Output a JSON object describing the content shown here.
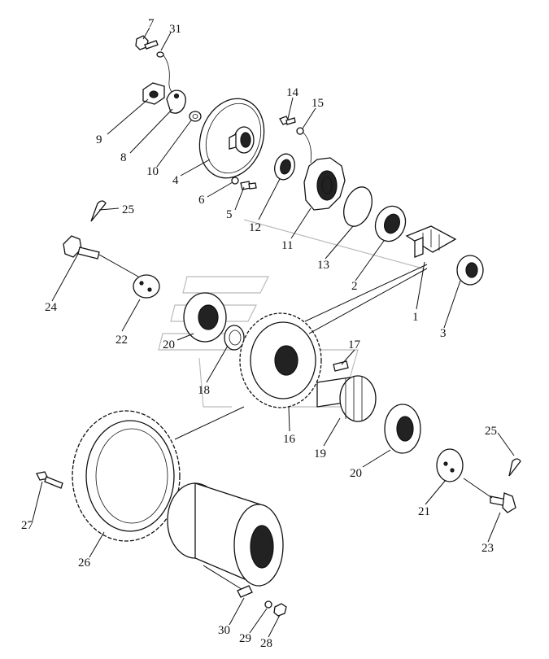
{
  "diagram": {
    "callouts": [
      {
        "id": "p7",
        "label": "7"
      },
      {
        "id": "p31",
        "label": "31"
      },
      {
        "id": "p9",
        "label": "9"
      },
      {
        "id": "p8",
        "label": "8"
      },
      {
        "id": "p10",
        "label": "10"
      },
      {
        "id": "p4",
        "label": "4"
      },
      {
        "id": "p6",
        "label": "6"
      },
      {
        "id": "p5",
        "label": "5"
      },
      {
        "id": "p14",
        "label": "14"
      },
      {
        "id": "p15",
        "label": "15"
      },
      {
        "id": "p12",
        "label": "12"
      },
      {
        "id": "p11",
        "label": "11"
      },
      {
        "id": "p13",
        "label": "13"
      },
      {
        "id": "p2",
        "label": "2"
      },
      {
        "id": "p1",
        "label": "1"
      },
      {
        "id": "p3",
        "label": "3"
      },
      {
        "id": "p25a",
        "label": "25"
      },
      {
        "id": "p24",
        "label": "24"
      },
      {
        "id": "p22",
        "label": "22"
      },
      {
        "id": "p20a",
        "label": "20"
      },
      {
        "id": "p18",
        "label": "18"
      },
      {
        "id": "p17",
        "label": "17"
      },
      {
        "id": "p16",
        "label": "16"
      },
      {
        "id": "p19",
        "label": "19"
      },
      {
        "id": "p20b",
        "label": "20"
      },
      {
        "id": "p25b",
        "label": "25"
      },
      {
        "id": "p21",
        "label": "21"
      },
      {
        "id": "p23",
        "label": "23"
      },
      {
        "id": "p27",
        "label": "27"
      },
      {
        "id": "p26",
        "label": "26"
      },
      {
        "id": "p30",
        "label": "30"
      },
      {
        "id": "p29",
        "label": "29"
      },
      {
        "id": "p28",
        "label": "28"
      }
    ]
  }
}
